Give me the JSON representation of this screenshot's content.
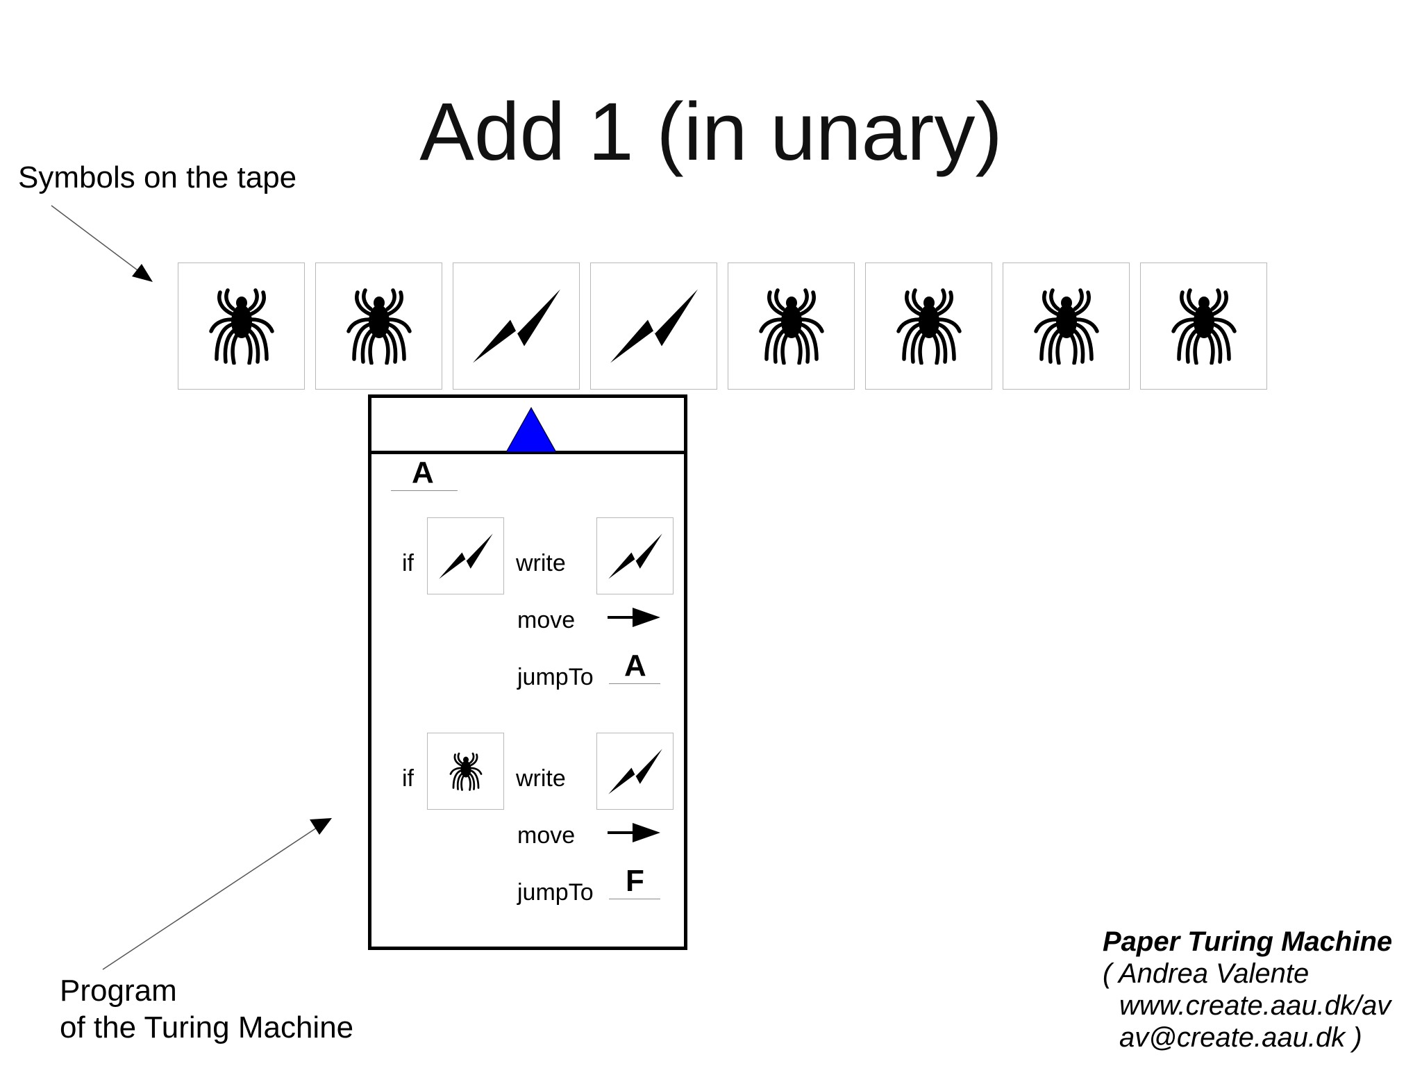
{
  "title": "Add 1 (in unary)",
  "labels": {
    "symbols_on_tape": "Symbols on the tape",
    "program_line1": "Program",
    "program_line2": "of the Turing Machine"
  },
  "tape": {
    "cells": [
      "spider-icon",
      "spider-icon",
      "bolt-icon",
      "bolt-icon",
      "spider-icon",
      "spider-icon",
      "spider-icon",
      "spider-icon"
    ],
    "head_color": "#0000ff"
  },
  "program": {
    "state_name": "A",
    "rules": [
      {
        "if_label": "if",
        "if_symbol": "bolt-icon",
        "write_label": "write",
        "write_symbol": "bolt-icon",
        "move_label": "move",
        "move_direction": "right-arrow-icon",
        "jump_label": "jumpTo",
        "jump_state": "A"
      },
      {
        "if_label": "if",
        "if_symbol": "spider-icon",
        "write_label": "write",
        "write_symbol": "bolt-icon",
        "move_label": "move",
        "move_direction": "right-arrow-icon",
        "jump_label": "jumpTo",
        "jump_state": "F"
      }
    ]
  },
  "credit": {
    "title": "Paper Turing Machine",
    "author": "( Andrea Valente",
    "url": "www.create.aau.dk/av",
    "email": "av@create.aau.dk )"
  }
}
